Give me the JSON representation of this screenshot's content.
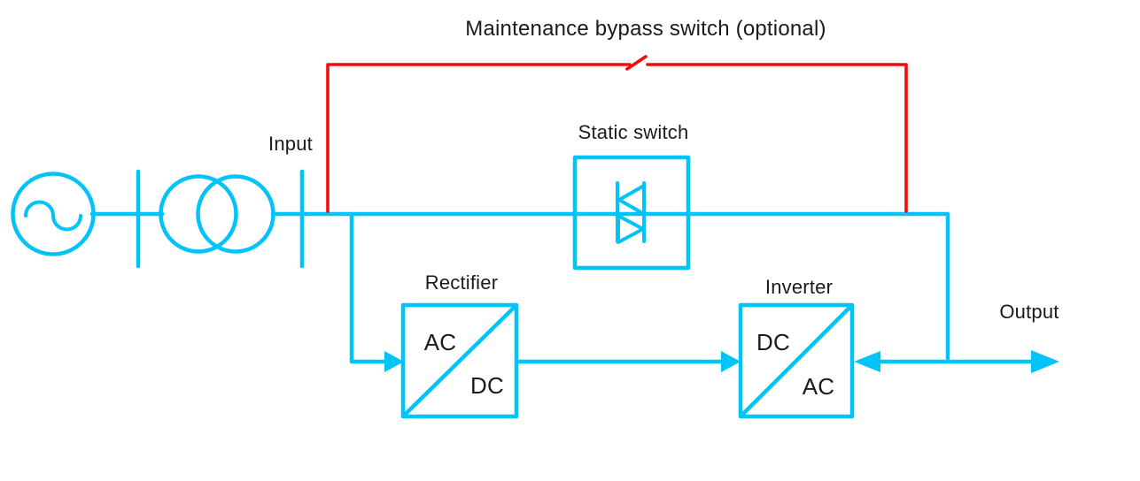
{
  "labels": {
    "bypass_title": "Maintenance bypass switch (optional)",
    "input": "Input",
    "static_switch": "Static switch",
    "rectifier": "Rectifier",
    "inverter": "Inverter",
    "output": "Output"
  },
  "blocks": {
    "rectifier": {
      "input_side": "AC",
      "output_side": "DC"
    },
    "inverter": {
      "input_side": "DC",
      "output_side": "AC"
    }
  },
  "icons": {
    "ac_source": "ac-source-icon",
    "transformer": "transformer-icon",
    "static_switch_triac": "triac-icon",
    "bypass_switch": "open-switch-icon"
  },
  "colors": {
    "line": "#00C3F7",
    "bypass": "#F30C0C",
    "text": "#1B1B1B",
    "background": "#FFFFFF"
  }
}
